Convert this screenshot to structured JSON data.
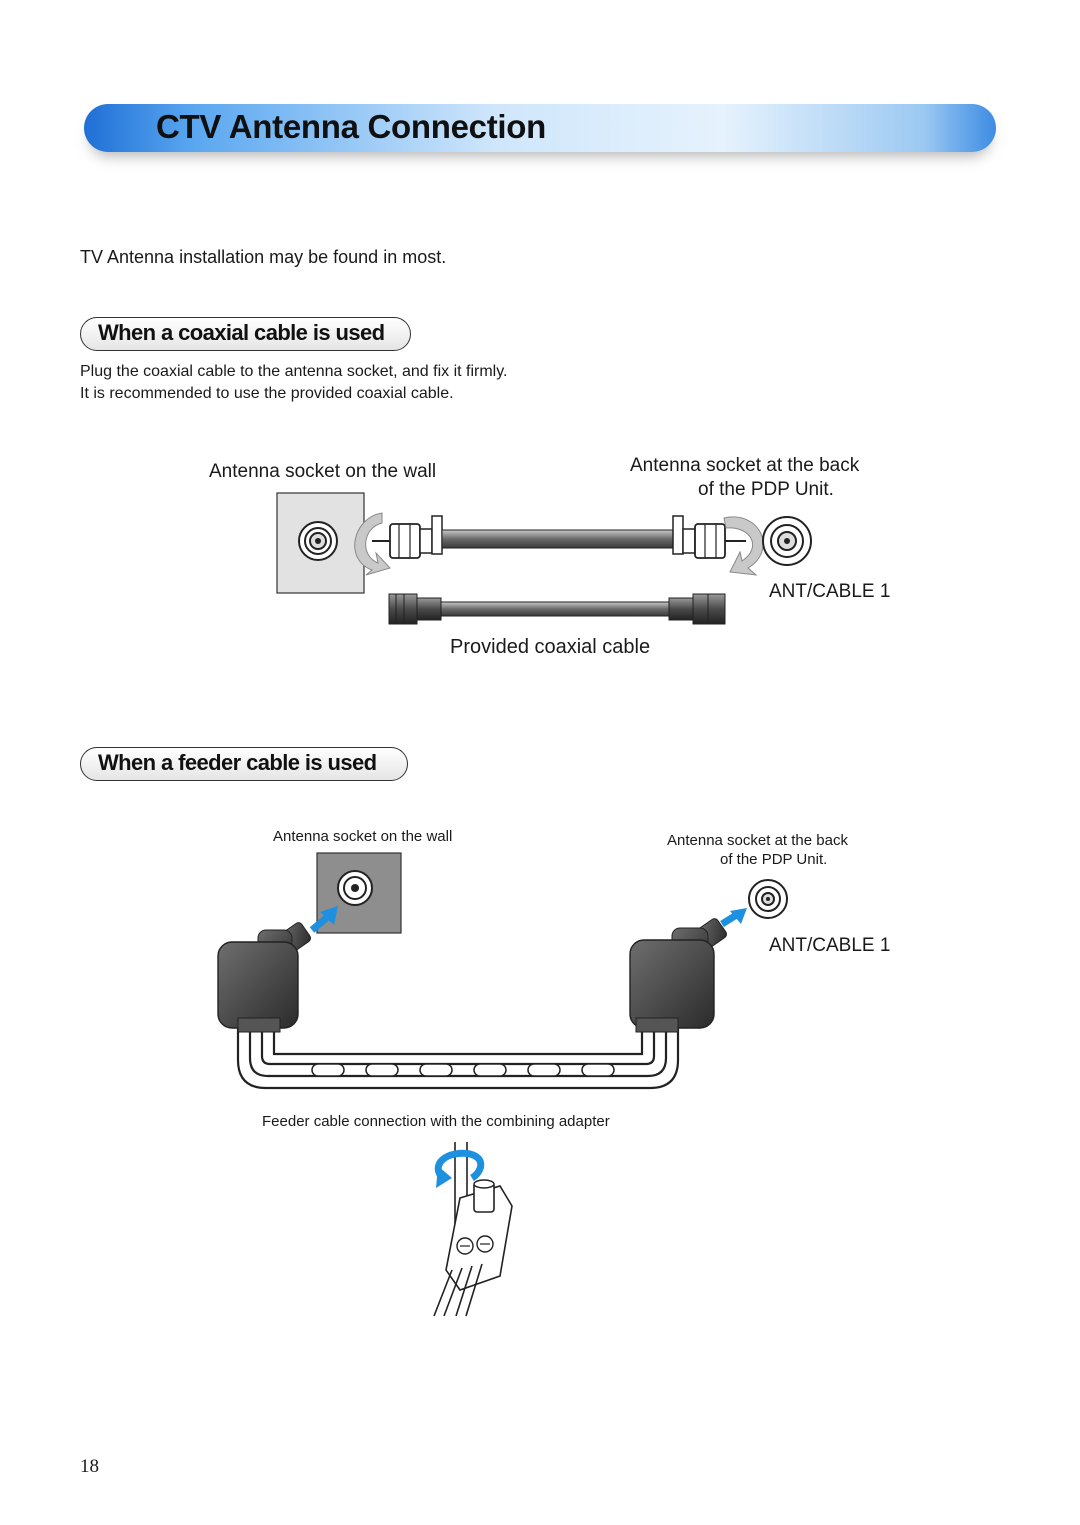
{
  "page": {
    "title": "CTV Antenna Connection",
    "intro": "TV Antenna installation may be found in most.",
    "page_number": "18"
  },
  "coaxial": {
    "heading": "When a coaxial cable is used",
    "line1": "Plug the coaxial cable to the antenna socket, and fix it firmly.",
    "line2": "It is recommended to use the provided coaxial cable.",
    "wall_label": "Antenna socket on the wall",
    "back_label_1": "Antenna socket at the back",
    "back_label_2": "of the PDP Unit.",
    "port_label": "ANT/CABLE 1",
    "cable_label": "Provided coaxial cable"
  },
  "feeder": {
    "heading": "When a feeder cable is used",
    "wall_label": "Antenna socket on the wall",
    "back_label_1": "Antenna socket at the back",
    "back_label_2": "of the PDP Unit.",
    "port_label": "ANT/CABLE 1",
    "adapter_caption": "Feeder cable connection with the combining adapter"
  },
  "colors": {
    "banner_blue": "#3d8ce3",
    "arrow_blue": "#1e90e0"
  }
}
